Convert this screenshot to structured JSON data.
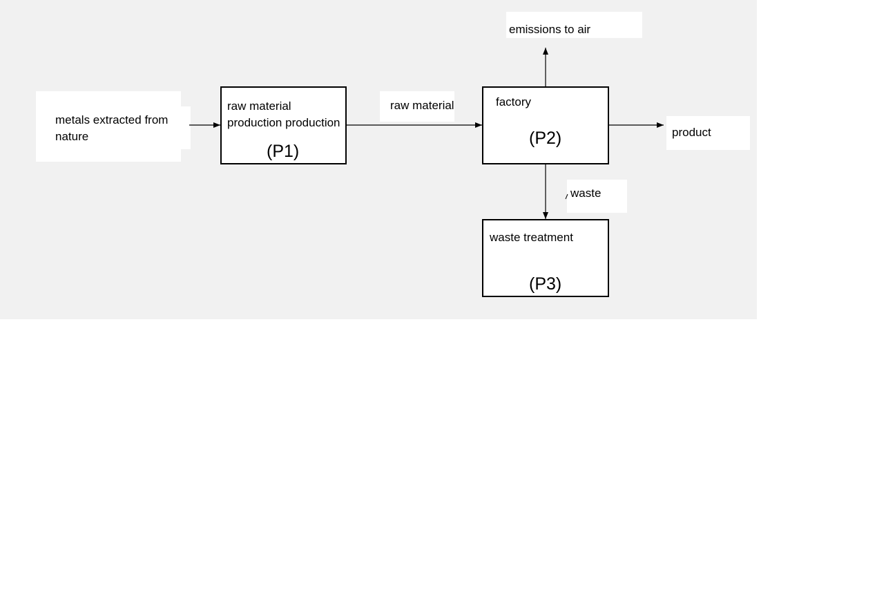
{
  "inputs": {
    "metals_line1": "metals extracted from",
    "metals_line2": "nature"
  },
  "processes": {
    "p1": {
      "title_line1": "raw material",
      "title_line2": "production production",
      "code": "(P1)"
    },
    "p2": {
      "title": "factory",
      "code": "(P2)"
    },
    "p3": {
      "title": "waste treatment",
      "code": "(P3)"
    }
  },
  "flows": {
    "raw_material": "raw material",
    "emissions": "emissions to air",
    "product": "product",
    "waste": "waste"
  },
  "colors": {
    "background_panel": "#f1f1f1",
    "box_fill": "#ffffff",
    "stroke": "#000000"
  }
}
